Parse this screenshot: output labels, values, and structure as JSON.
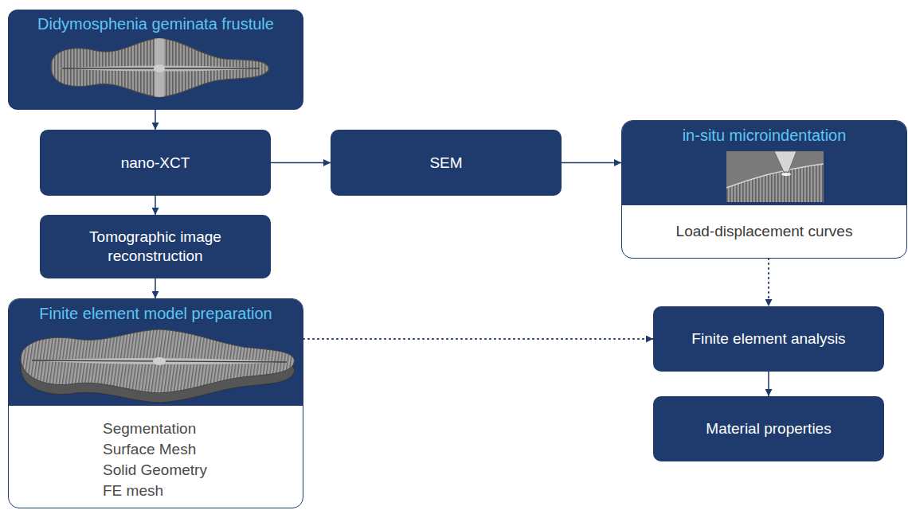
{
  "diagram": {
    "nodes": [
      {
        "text": [
          "Didymosphenia geminata frustule"
        ]
      },
      {
        "text": [
          "nano-XCT"
        ]
      },
      {
        "text": [
          "SEM"
        ]
      },
      {
        "text": [
          "in-situ microindentation",
          "Load-displacement curves"
        ]
      },
      {
        "text": [
          "Tomographic image reconstruction"
        ]
      },
      {
        "text": [
          "Finite element model preparation",
          "Segmentation",
          "Surface Mesh",
          "Solid Geometry",
          "FE mesh"
        ]
      },
      {
        "text": [
          "Finite element analysis"
        ]
      },
      {
        "text": [
          "Material properties"
        ]
      }
    ],
    "edges": [
      {
        "from": 0,
        "to": 1,
        "arrow": "to"
      },
      {
        "from": 1,
        "to": 2,
        "arrow": "to"
      },
      {
        "from": 2,
        "to": 3,
        "arrow": "to"
      },
      {
        "from": 1,
        "to": 4,
        "arrow": "to"
      },
      {
        "from": 4,
        "to": 5,
        "arrow": "to"
      },
      {
        "from": 5,
        "to": 6,
        "arrow": "to"
      },
      {
        "from": 3,
        "to": 6,
        "arrow": "to"
      },
      {
        "from": 6,
        "to": 7,
        "arrow": "to"
      }
    ]
  }
}
